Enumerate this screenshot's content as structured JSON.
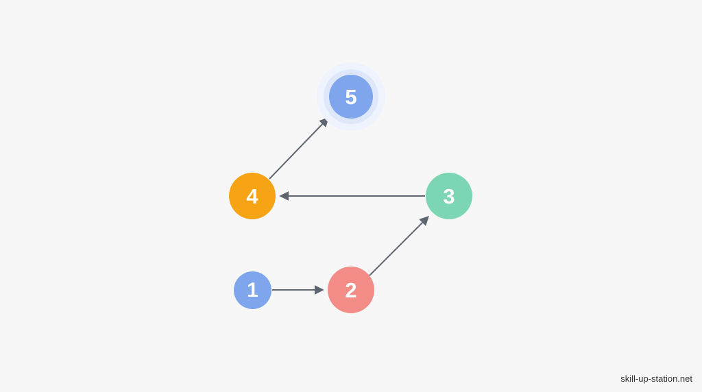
{
  "colors": {
    "background": "#f7f7f8",
    "arrow": "#5f6672",
    "node_1": "#7fa6ec",
    "node_2": "#f38b86",
    "node_3": "#7dd6b3",
    "node_4": "#f6a316",
    "node_5": "#7fa6ec",
    "node_5_halo": "#dfe8fb"
  },
  "nodes": [
    {
      "id": "1",
      "label": "1"
    },
    {
      "id": "2",
      "label": "2"
    },
    {
      "id": "3",
      "label": "3"
    },
    {
      "id": "4",
      "label": "4"
    },
    {
      "id": "5",
      "label": "5"
    }
  ],
  "edges": [
    {
      "from": "1",
      "to": "2"
    },
    {
      "from": "2",
      "to": "3"
    },
    {
      "from": "3",
      "to": "4"
    },
    {
      "from": "4",
      "to": "5"
    }
  ],
  "watermark": "skill-up-station.net"
}
